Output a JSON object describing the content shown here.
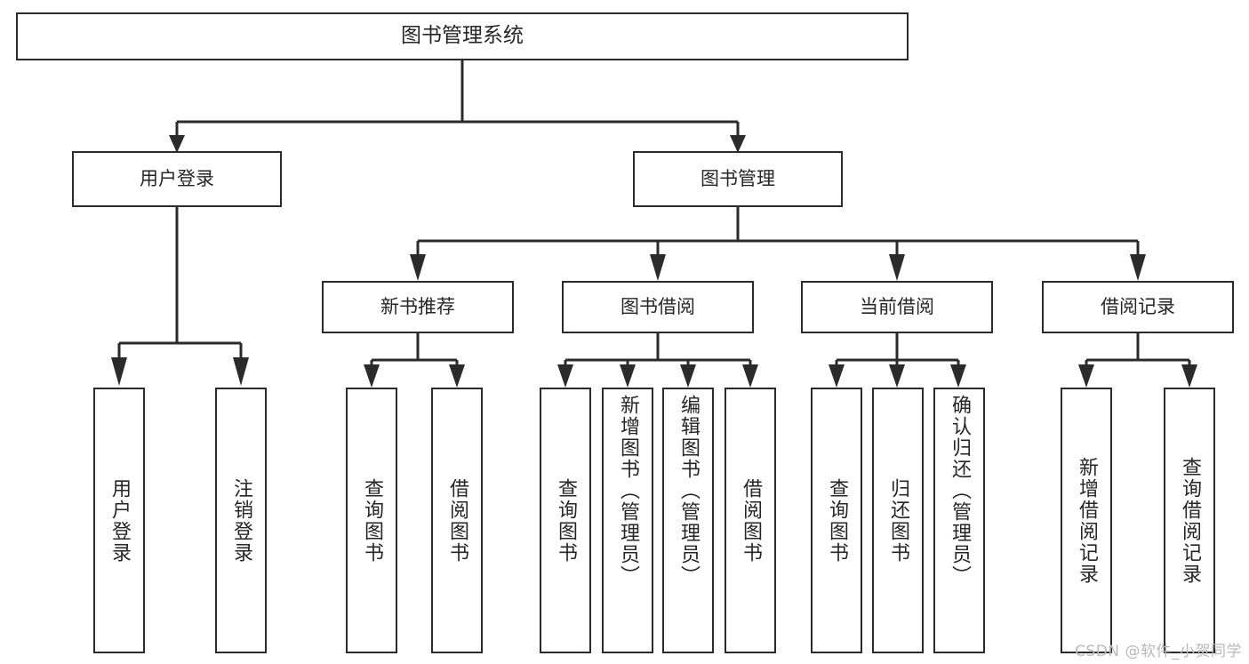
{
  "diagram": {
    "title": "图书管理系统",
    "type": "tree",
    "root": {
      "label": "图书管理系统"
    },
    "level2": [
      {
        "id": "user-login",
        "label": "用户登录"
      },
      {
        "id": "book-manage",
        "label": "图书管理"
      }
    ],
    "level3": [
      {
        "id": "new-book-rec",
        "label": "新书推荐",
        "parent": "book-manage"
      },
      {
        "id": "book-borrow",
        "label": "图书借阅",
        "parent": "book-manage"
      },
      {
        "id": "current-borrow",
        "label": "当前借阅",
        "parent": "book-manage"
      },
      {
        "id": "borrow-record",
        "label": "借阅记录",
        "parent": "book-manage"
      }
    ],
    "leaves": {
      "user_login": [
        {
          "id": "leaf-user-login",
          "label": "用户登录"
        },
        {
          "id": "leaf-user-logout",
          "label": "注销登录"
        }
      ],
      "new_book_rec": [
        {
          "id": "leaf-query-book-1",
          "label": "查询图书"
        },
        {
          "id": "leaf-borrow-book-1",
          "label": "借阅图书"
        }
      ],
      "book_borrow": [
        {
          "id": "leaf-query-book-2",
          "label": "查询图书"
        },
        {
          "id": "leaf-add-book",
          "label": "新增图书（管理员）"
        },
        {
          "id": "leaf-edit-book",
          "label": "编辑图书（管理员）"
        },
        {
          "id": "leaf-borrow-book-2",
          "label": "借阅图书"
        }
      ],
      "current_borrow": [
        {
          "id": "leaf-query-book-3",
          "label": "查询图书"
        },
        {
          "id": "leaf-return-book",
          "label": "归还图书"
        },
        {
          "id": "leaf-confirm-return",
          "label": "确认归还（管理员）"
        }
      ],
      "borrow_record": [
        {
          "id": "leaf-add-record",
          "label": "新增借阅记录"
        },
        {
          "id": "leaf-query-record",
          "label": "查询借阅记录"
        }
      ]
    }
  },
  "watermark": {
    "text": "CSDN @软件_小贺同学"
  },
  "colors": {
    "stroke": "#2b2b2b",
    "box_fill": "#ffffff",
    "text": "#262626",
    "watermark": "#b9b9b9",
    "background": "#ffffff"
  }
}
